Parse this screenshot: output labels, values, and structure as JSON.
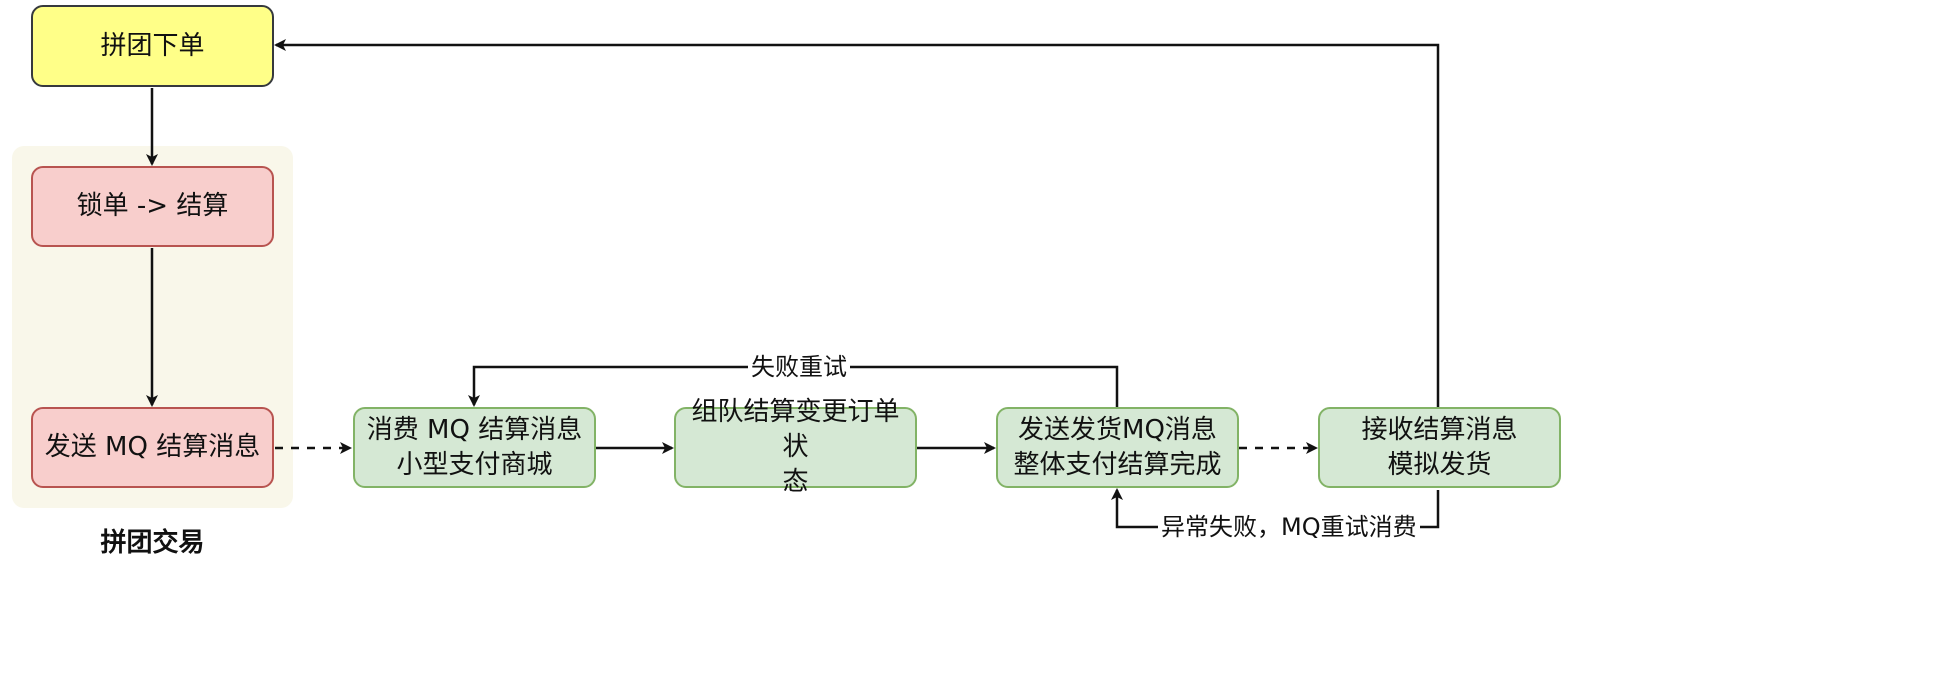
{
  "group": {
    "label": "拼团交易"
  },
  "nodes": {
    "order": "拼团下单",
    "lock": "锁单 -> 结算",
    "send_mq": "发送 MQ 结算消息",
    "consume": "消费 MQ 结算消息\n小型支付商城",
    "update": "组队结算变更订单状\n态",
    "ship_msg": "发送发货MQ消息\n整体支付结算完成",
    "receive": "接收结算消息\n模拟发货"
  },
  "edges": {
    "retry_label": "失败重试",
    "mq_retry_label": "异常失败，MQ重试消费"
  },
  "colors": {
    "yellow_fill": "#ffff88",
    "red_fill": "#f8cecc",
    "red_stroke": "#b85450",
    "green_fill": "#d5e8d4",
    "green_stroke": "#82b366",
    "group_fill": "#f9f7ea",
    "edge": "#111111"
  }
}
